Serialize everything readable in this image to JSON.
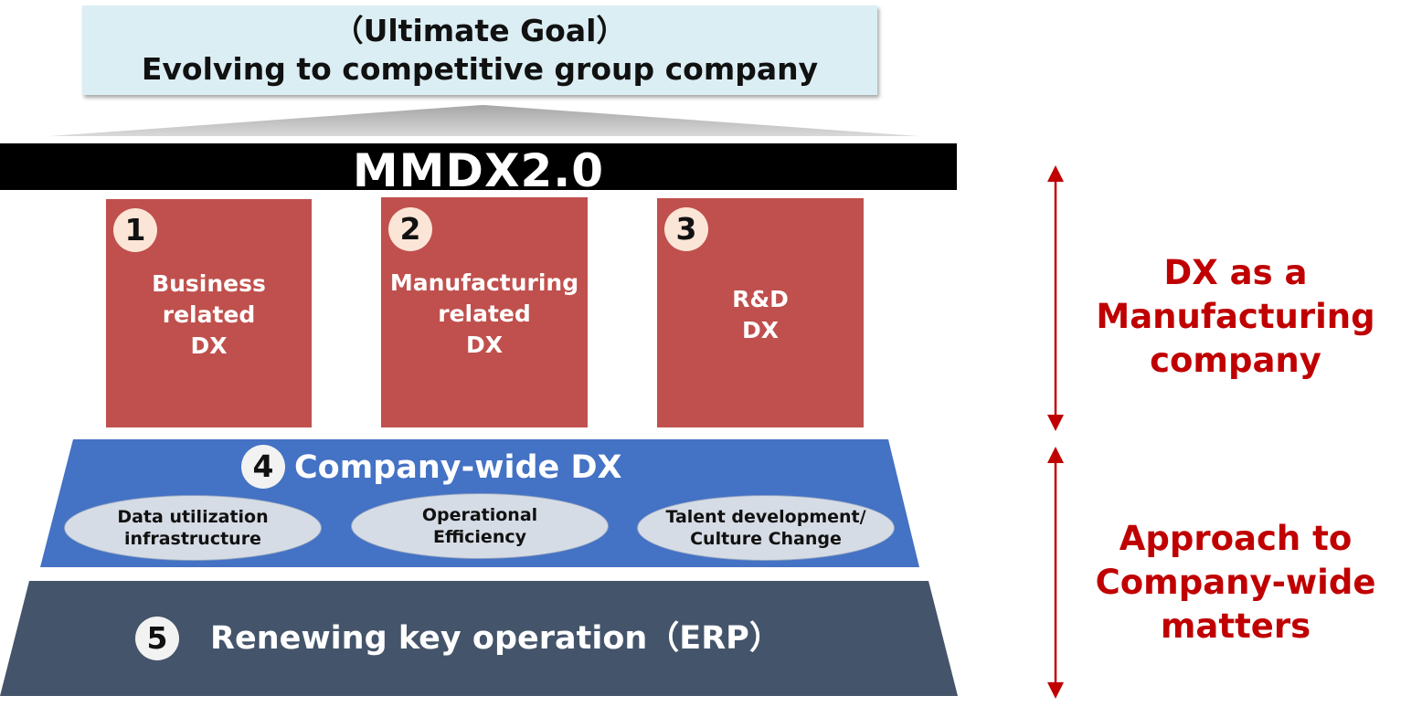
{
  "goal": {
    "line1": "（Ultimate Goal）",
    "line2": "Evolving to competitive group company"
  },
  "banner": {
    "title": "MMDX2.0"
  },
  "pillars": [
    {
      "number": "1",
      "label": "Business\nrelated\nDX"
    },
    {
      "number": "2",
      "label": "Manufacturing\nrelated\nDX"
    },
    {
      "number": "3",
      "label": "R&D\nDX"
    }
  ],
  "company_wide": {
    "number": "4",
    "title": "Company-wide DX",
    "items": [
      {
        "line1": "Data utilization",
        "line2": "infrastructure"
      },
      {
        "line1": "Operational",
        "line2": "Efficiency"
      },
      {
        "line1": "Talent development/",
        "line2": "Culture Change"
      }
    ]
  },
  "erp": {
    "number": "5",
    "label": "Renewing key operation（ERP）"
  },
  "side_labels": {
    "top": "DX as a\nManufacturing\ncompany",
    "bottom": "Approach to\nCompany-wide\nmatters"
  },
  "colors": {
    "pillar": "#c0504d",
    "company_wide": "#4472c4",
    "erp": "#44546a",
    "accent_red": "#c00000",
    "goal_box": "#dbeef4"
  }
}
